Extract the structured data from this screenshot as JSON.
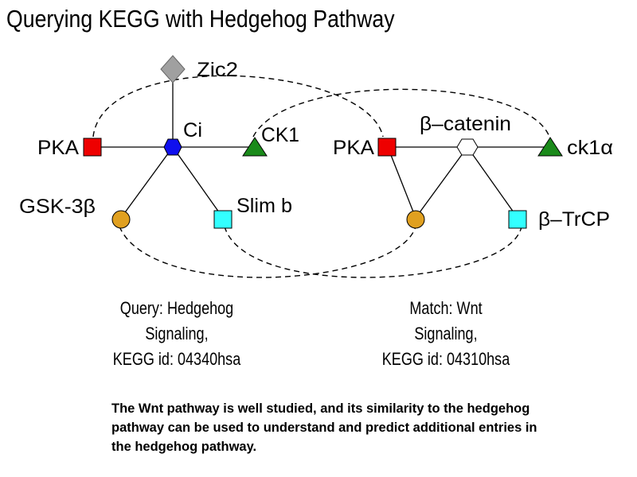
{
  "title": "Querying KEGG with Hedgehog Pathway",
  "colors": {
    "kinase_red": "#ee0000",
    "ck_green": "#1a8a1a",
    "ci_blue": "#1010ee",
    "gsk_orange": "#e0a020",
    "slimb_cyan": "#33ffff",
    "zic_gray": "#a0a0a0"
  },
  "query_graph": {
    "labels": {
      "zic2": "Zic2",
      "ci": "Ci",
      "pka": "PKA",
      "ck1": "CK1",
      "gsk3b": "GSK-3β",
      "slimb": "Slim b"
    }
  },
  "match_graph": {
    "labels": {
      "pka": "PKA",
      "beta_catenin": "β–catenin",
      "ck1a": "ck1α",
      "btrcp": "β–TrCP"
    }
  },
  "captions": {
    "query": [
      "Query: Hedgehog",
      "Signaling,",
      "KEGG id: 04340hsa"
    ],
    "match": [
      "Match: Wnt",
      "Signaling,",
      "KEGG id: 04310hsa"
    ]
  },
  "note": "The Wnt pathway is well studied, and its similarity to the hedgehog pathway can be used to understand and predict additional entries in the hedgehog  pathway."
}
